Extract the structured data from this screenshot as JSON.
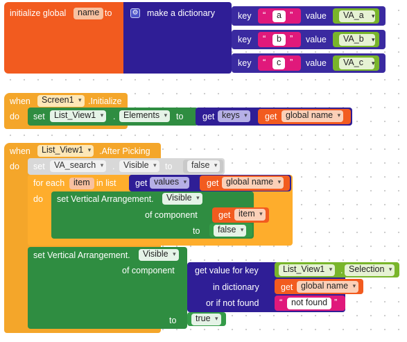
{
  "block_init": {
    "initialize_global": "initialize global",
    "var_name": "name",
    "to": "to",
    "make_dictionary": "make a dictionary",
    "pairs": [
      {
        "key_label": "key",
        "key": "a",
        "value_label": "value",
        "value": "VA_a"
      },
      {
        "key_label": "key",
        "key": "b",
        "value_label": "value",
        "value": "VA_b"
      },
      {
        "key_label": "key",
        "key": "c",
        "value_label": "value",
        "value": "VA_c"
      }
    ]
  },
  "block_screen": {
    "when": "when",
    "component": "Screen1",
    "event": ".Initialize",
    "do": "do",
    "set": "set",
    "target": "List_View1",
    "dot": ".",
    "property": "Elements",
    "to": "to",
    "get_keys": "get",
    "keys": "keys",
    "get_global": "get",
    "global_name": "global name"
  },
  "block_afterpick": {
    "when": "when",
    "component": "List_View1",
    "event": ".After Picking",
    "do": "do",
    "set1": {
      "set": "set",
      "component": "VA_search",
      "dot": ".",
      "property": "Visible",
      "to": "to",
      "value": "false"
    },
    "foreach": {
      "label": "for each",
      "var": "item",
      "in_list": "in list",
      "get": "get",
      "values": "values",
      "get2": "get",
      "global_name": "global name",
      "do": "do",
      "set_arr": "set Vertical Arrangement.",
      "property": "Visible",
      "of_component": "of component",
      "get3": "get",
      "item": "item",
      "to": "to",
      "value": "false"
    },
    "set3": {
      "label": "set Vertical Arrangement.",
      "property": "Visible",
      "of_component": "of component",
      "get_value_for_key": "get value for key",
      "key_component": "List_View1",
      "key_dot": ".",
      "key_property": "Selection",
      "in_dictionary": "in dictionary",
      "get": "get",
      "global_name": "global name",
      "or_if_not_found": "or if not found",
      "not_found": "not found",
      "to": "to",
      "value": "true"
    }
  },
  "colors": {
    "variables": "#f25b1f",
    "dictionaries": "#2f1e96",
    "text": "#e0197b",
    "component": "#79b52b",
    "control": "#f4a62a",
    "setter": "#2f8d41",
    "disabled": "#c9c9c9"
  }
}
